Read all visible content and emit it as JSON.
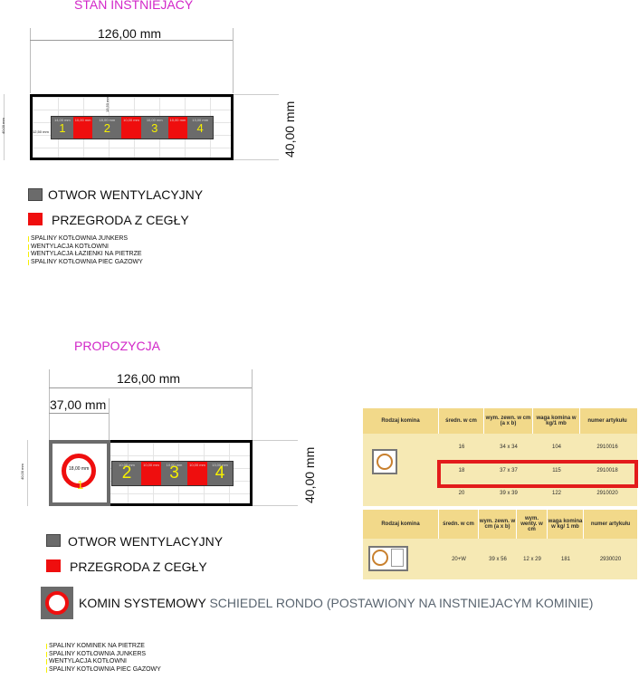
{
  "existing": {
    "title": "STAN INSTNIEJACY",
    "width_label": "126,00 mm",
    "height_label": "40,00 mm",
    "side_label": "40,00 mm",
    "cells": [
      {
        "type": "vent",
        "number": "1",
        "size": "14,00 mm"
      },
      {
        "type": "brick",
        "size": "10,00 mm"
      },
      {
        "type": "vent",
        "number": "2",
        "size": "18,00 mm"
      },
      {
        "type": "brick",
        "size": "10,00 mm"
      },
      {
        "type": "vent",
        "number": "3",
        "size": "10,00 mm"
      },
      {
        "type": "brick",
        "size": "10,00 mm"
      },
      {
        "type": "vent",
        "number": "4",
        "size": "13,00 mm"
      }
    ],
    "left_gap_label": "12,50 mm",
    "top_gap_label": "13,50 mm",
    "legend_vent": "OTWOR WENTYLACYJNY",
    "legend_brick": "PRZEGRODA Z CEGŁY",
    "list": [
      "SPALINY KOTŁOWNIA JUNKERS",
      "WENTYLACJA KOTŁOWNI",
      "WENTYLACJA ŁAZIENKI NA PIETRZE",
      "SPALINY KOTŁOWNIA PIEC GAZOWY"
    ]
  },
  "proposal": {
    "title": "PROPOZYCJA",
    "width_label": "126,00 mm",
    "chimney_width_label": "37,00 mm",
    "height_label": "40,00 mm",
    "side_label": "40,00 mm",
    "chimney_diameter_label": "18,00 mm",
    "chimney_number": "1",
    "cells": [
      {
        "type": "vent",
        "number": "2",
        "size": "10,00 mm"
      },
      {
        "type": "brick",
        "size": "10,00 mm"
      },
      {
        "type": "vent",
        "number": "3",
        "size": "10,00 mm"
      },
      {
        "type": "brick",
        "size": "10,00 mm"
      },
      {
        "type": "vent",
        "number": "4",
        "size": "13,00 mm"
      }
    ],
    "legend_vent": "OTWOR WENTYLACYJNY",
    "legend_brick": "PRZEGRODA Z CEGŁY",
    "legend_chimney_main": "KOMIN SYSTEMOWY",
    "legend_chimney_detail": "SCHIEDEL RONDO (POSTAWIONY NA INSTNIEJACYM KOMINIE)",
    "list": [
      "SPALINY KOMINEK NA PIETRZE",
      "SPALINY KOTŁOWNIA JUNKERS",
      "WENTYLACJA KOTŁOWNI",
      "SPALINY KOTŁOWNIA PIEC GAZOWY"
    ]
  },
  "table1": {
    "headers": [
      "Rodzaj komina",
      "średn. w cm",
      "wym. zewn. w cm (a x b)",
      "waga komina w kg/1 mb",
      "numer artykułu"
    ],
    "rows": [
      [
        "16",
        "34 x 34",
        "104",
        "2910016"
      ],
      [
        "18",
        "37 x 37",
        "115",
        "2910018"
      ],
      [
        "20",
        "39 x 39",
        "122",
        "2910020"
      ]
    ],
    "highlight_color": "#e31b1b"
  },
  "table2": {
    "headers": [
      "Rodzaj komina",
      "średn. w cm",
      "wym. zewn. w cm (a x b)",
      "wym. wenty. w cm",
      "waga komina w kg/ 1 mb",
      "numer artykułu"
    ],
    "rows": [
      [
        "20+W",
        "39 x 56",
        "12 x 29",
        "181",
        "2930020"
      ]
    ]
  },
  "colors": {
    "title": "#d226c8",
    "vent": "#6b6b6b",
    "brick": "#ef0e0e",
    "number": "#f6f000",
    "table_bg": "#f6e9b4"
  }
}
